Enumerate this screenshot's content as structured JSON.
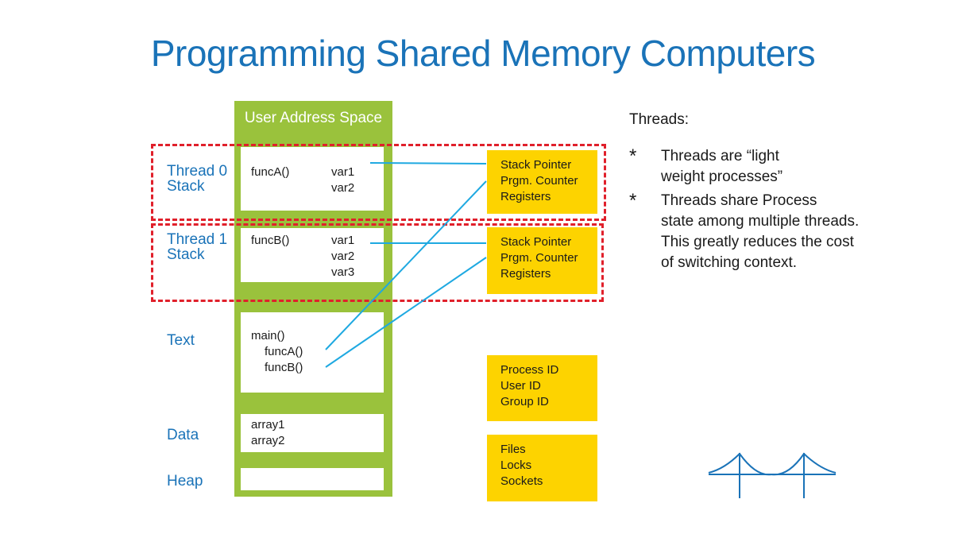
{
  "title": "Programming Shared Memory Computers",
  "address_space": {
    "header": "User Address Space",
    "thread0": {
      "label_line1": "Thread 0",
      "label_line2": "Stack",
      "func": "funcA()",
      "vars": [
        "var1",
        "var2"
      ]
    },
    "thread1": {
      "label_line1": "Thread 1",
      "label_line2": "Stack",
      "func": "funcB()",
      "vars": [
        "var1",
        "var2",
        "var3"
      ]
    },
    "text": {
      "label": "Text",
      "lines": [
        "main()",
        "funcA()",
        "funcB()"
      ]
    },
    "data": {
      "label": "Data",
      "lines": [
        "array1",
        "array2"
      ]
    },
    "heap": {
      "label": "Heap"
    }
  },
  "thread_state": [
    {
      "items": [
        "Stack Pointer",
        "Prgm. Counter",
        "Registers"
      ]
    },
    {
      "items": [
        "Stack Pointer",
        "Prgm. Counter",
        "Registers"
      ]
    }
  ],
  "process_state": [
    {
      "items": [
        "Process ID",
        "User ID",
        "Group ID"
      ]
    },
    {
      "items": [
        "Files",
        "Locks",
        "Sockets"
      ]
    }
  ],
  "notes": {
    "heading": "Threads:",
    "bullets": [
      {
        "star": "*",
        "text": "Threads are “light\nweight processes”"
      },
      {
        "star": "*",
        "text": "Threads share Process\nstate among multiple threads.\nThis greatly reduces the cost\nof switching context."
      }
    ]
  },
  "colors": {
    "title": "#1a73b8",
    "column": "#9ac23c",
    "state_box": "#fdd300",
    "dashed_outline": "#e0202b",
    "connector": "#1fa9e1",
    "logo": "#1a73b8"
  },
  "logo_icon": "bridge-icon"
}
